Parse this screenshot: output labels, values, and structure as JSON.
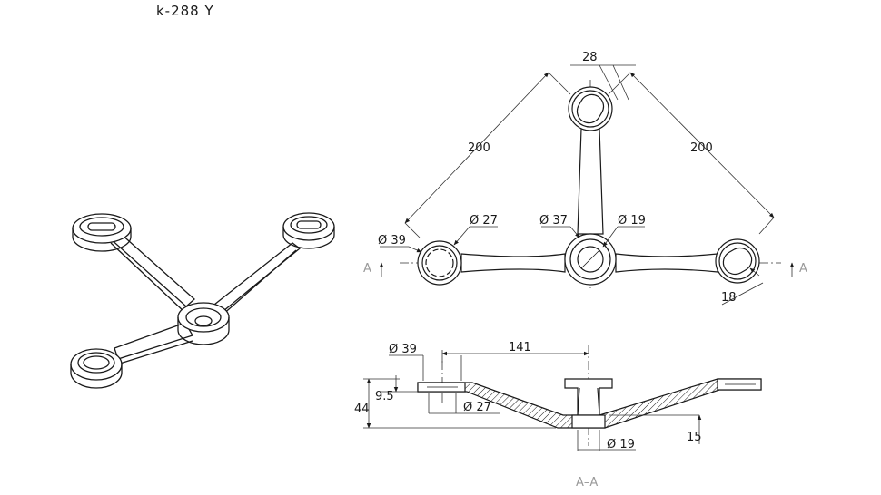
{
  "title": "k-288 Y",
  "colors": {
    "line": "#1a1a1a",
    "dim_line": "#333333",
    "section_label": "#9a9a9a",
    "background": "#ffffff"
  },
  "dimensions": {
    "top_center_hole": "28",
    "arm_left": "200",
    "arm_right": "200",
    "dia_27_top": "Ø 27",
    "dia_37": "Ø 37",
    "dia_19_top": "Ø 19",
    "dia_39_top": "Ø 39",
    "slot_18": "18",
    "dia_39_side": "Ø 39",
    "len_141": "141",
    "h_9_5": "9.5",
    "h_44": "44",
    "dia_27_side": "Ø 27",
    "dia_19_side": "Ø 19",
    "h_15": "15"
  },
  "section_marks": {
    "left": "A",
    "right": "A",
    "label": "A–A"
  }
}
